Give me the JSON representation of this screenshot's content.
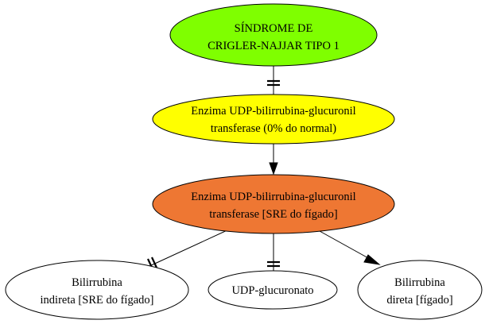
{
  "nodes": {
    "syndrome": {
      "line1": "SÍNDROME DE",
      "line2": "CRIGLER-NAJJAR TIPO 1",
      "fill": "#7fff00"
    },
    "enzyme_normal": {
      "line1": "Enzima UDP-bilirrubina-glucuronil",
      "line2": "transferase (0% do normal)",
      "fill": "#ffff00"
    },
    "enzyme_sre": {
      "line1": "Enzima UDP-bilirrubina-glucuronil",
      "line2": "transferase [SRE do fígado]",
      "fill": "#ee7733"
    },
    "bili_indirect": {
      "line1": "Bilirrubina",
      "line2": "indireta [SRE do fígado]",
      "fill": "#ffffff"
    },
    "udp_glucuronate": {
      "line1": "UDP-glucuronato",
      "fill": "#ffffff"
    },
    "bili_direct": {
      "line1": "Bilirrubina",
      "line2": "direta [fígado]",
      "fill": "#ffffff"
    }
  },
  "edges": [
    {
      "from": "syndrome",
      "to": "enzyme_normal",
      "type": "tee-double"
    },
    {
      "from": "enzyme_normal",
      "to": "enzyme_sre",
      "type": "arrow"
    },
    {
      "from": "enzyme_sre",
      "to": "bili_indirect",
      "type": "tee-double"
    },
    {
      "from": "enzyme_sre",
      "to": "udp_glucuronate",
      "type": "tee-double"
    },
    {
      "from": "enzyme_sre",
      "to": "bili_direct",
      "type": "arrow"
    }
  ]
}
